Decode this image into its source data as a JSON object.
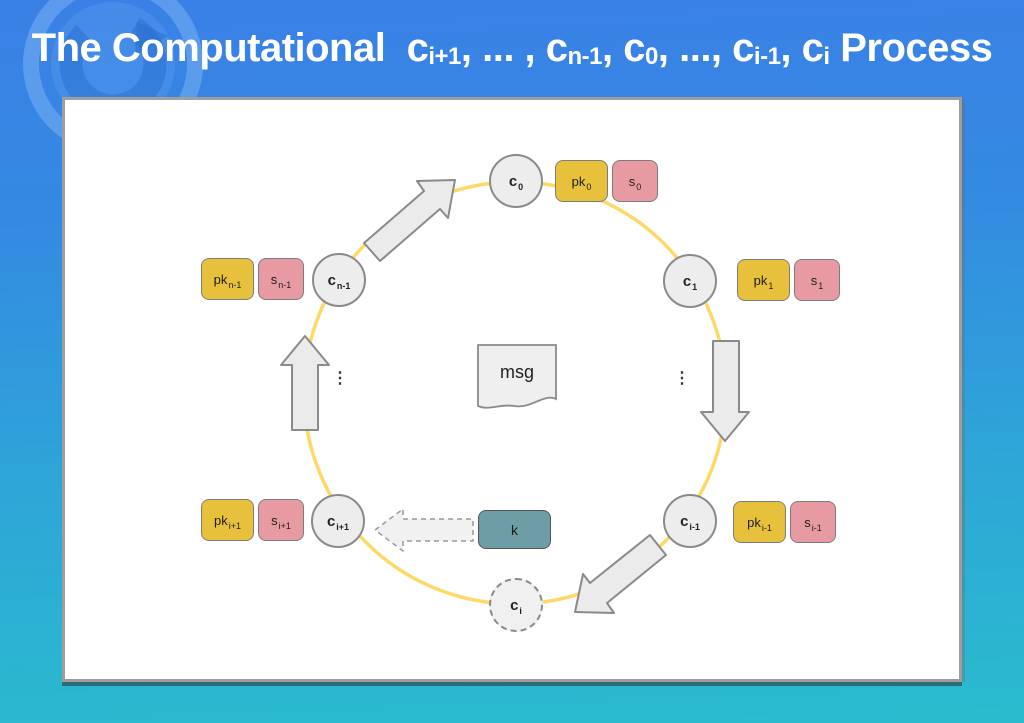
{
  "title": {
    "parts": [
      {
        "text": "The Computational  ",
        "sub": false
      },
      {
        "text": "c",
        "sub": false
      },
      {
        "text": "i+1",
        "sub": true
      },
      {
        "text": ", ... , ",
        "sub": false
      },
      {
        "text": "c",
        "sub": false
      },
      {
        "text": "n-1",
        "sub": true
      },
      {
        "text": ", ",
        "sub": false
      },
      {
        "text": "c",
        "sub": false
      },
      {
        "text": "0",
        "sub": true
      },
      {
        "text": ", ..., ",
        "sub": false
      },
      {
        "text": "c",
        "sub": false
      },
      {
        "text": "i-1",
        "sub": true
      },
      {
        "text": ", ",
        "sub": false
      },
      {
        "text": "c",
        "sub": false
      },
      {
        "text": "i",
        "sub": true
      },
      {
        "text": " Process",
        "sub": false
      }
    ]
  },
  "diagram": {
    "nodes": [
      {
        "id": "c0",
        "base": "c",
        "sub": "0"
      },
      {
        "id": "c1",
        "base": "c",
        "sub": "1"
      },
      {
        "id": "cn-1",
        "base": "c",
        "sub": "n-1"
      },
      {
        "id": "ci+1",
        "base": "c",
        "sub": "i+1"
      },
      {
        "id": "ci-1",
        "base": "c",
        "sub": "i-1"
      },
      {
        "id": "ci",
        "base": "c",
        "sub": "i"
      }
    ],
    "key_boxes": [
      {
        "id": "pk0",
        "base": "pk",
        "sub": "0"
      },
      {
        "id": "s0",
        "base": "s",
        "sub": "0"
      },
      {
        "id": "pk1",
        "base": "pk",
        "sub": "1"
      },
      {
        "id": "s1",
        "base": "s",
        "sub": "1"
      },
      {
        "id": "pkn-1",
        "base": "pk",
        "sub": "n-1"
      },
      {
        "id": "sn-1",
        "base": "s",
        "sub": "n-1"
      },
      {
        "id": "pki+1",
        "base": "pk",
        "sub": "i+1"
      },
      {
        "id": "si+1",
        "base": "s",
        "sub": "i+1"
      },
      {
        "id": "pki-1",
        "base": "pk",
        "sub": "i-1"
      },
      {
        "id": "si-1",
        "base": "s",
        "sub": "i-1"
      }
    ],
    "msg_label": "msg",
    "k_label": "k",
    "ellipsis_left": "⋮",
    "ellipsis_right": "⋮"
  },
  "colors": {
    "background_top": "#3b80e6",
    "background_bottom": "#2abcce",
    "title_text": "#ffffff",
    "panel_bg": "#ffffff",
    "cycle_ring": "#ffd966",
    "node_fill": "#ededed",
    "pk_box": "#e8c13c",
    "s_box": "#e79aa1",
    "k_box": "#6f9da6",
    "arrow_fill": "#ebebeb",
    "shape_border": "#8a8a8a"
  }
}
